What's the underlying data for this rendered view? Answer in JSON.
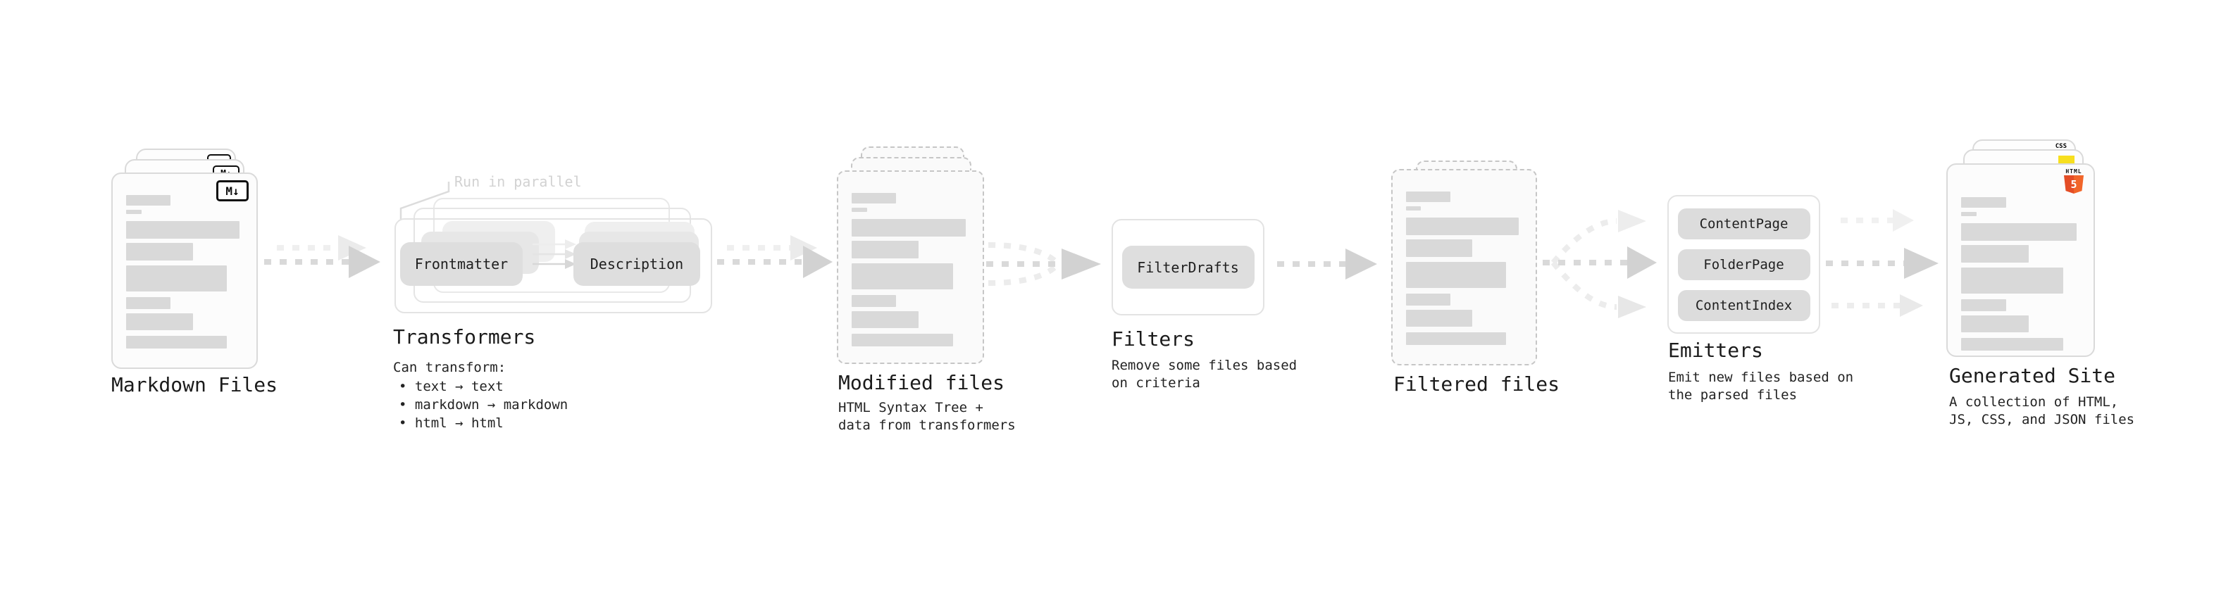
{
  "page": {
    "background": "#ffffff"
  },
  "colors": {
    "card_border": "#dadada",
    "dashed_border": "#c6c6c6",
    "placeholder_bar": "#d9d9d9",
    "chip_fill": "#dedede",
    "arrow_dark": "#d9d9d9",
    "arrow_light": "#efefef",
    "annotation_gray": "#d2d2d2",
    "html5_orange": "#e44d26",
    "html5_orange_light": "#f16529",
    "js_yellow": "#f7df1e",
    "css_blue": "#2760e6"
  },
  "nodes": {
    "markdown_files": {
      "label": "Markdown Files",
      "icon_label": "M↓"
    },
    "transformers": {
      "label": "Transformers",
      "annotation": "Run in parallel",
      "buttons": [
        "Frontmatter",
        "Description"
      ],
      "description_title": "Can transform:",
      "bullets": [
        "text → text",
        "markdown → markdown",
        "html → html"
      ]
    },
    "modified_files": {
      "label": "Modified files",
      "sublabel": "HTML Syntax Tree +\ndata from transformers"
    },
    "filters": {
      "label": "Filters",
      "buttons": [
        "FilterDrafts"
      ],
      "sublabel": "Remove some files based\non criteria"
    },
    "filtered_files": {
      "label": "Filtered files"
    },
    "emitters": {
      "label": "Emitters",
      "buttons": [
        "ContentPage",
        "FolderPage",
        "ContentIndex"
      ],
      "sublabel": "Emit new files based on\nthe parsed files"
    },
    "generated_site": {
      "label": "Generated Site",
      "sublabel": "A collection of HTML,\nJS, CSS, and JSON files",
      "icons": {
        "html5_text": "HTML",
        "html5_number": "5",
        "css_text": "CSS"
      }
    }
  }
}
